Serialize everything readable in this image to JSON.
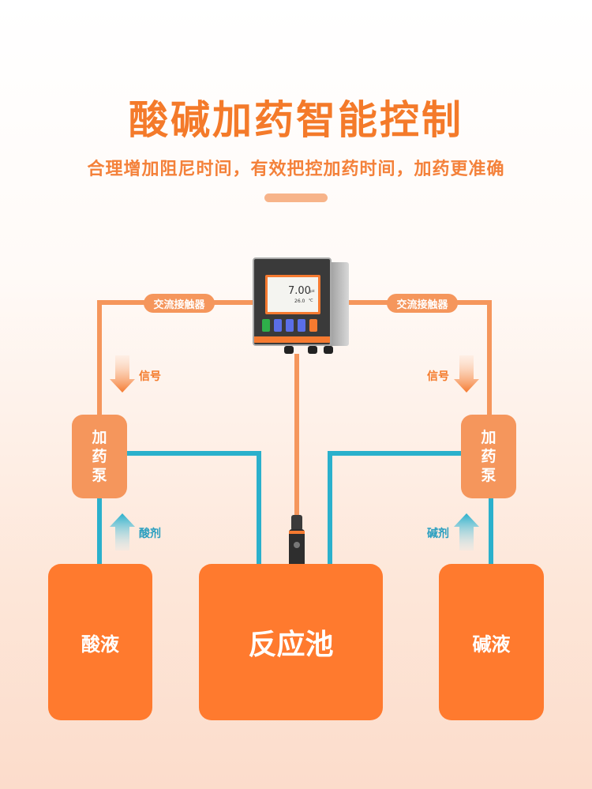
{
  "header": {
    "title": "酸碱加药智能控制",
    "subtitle": "合理增加阻尼时间，有效把控加药时间，加药更准确"
  },
  "contactor_left": "交流接触器",
  "contactor_right": "交流接触器",
  "signal_left": "信号",
  "signal_right": "信号",
  "pump_left": [
    "加",
    "药",
    "泵"
  ],
  "pump_right": [
    "加",
    "药",
    "泵"
  ],
  "reagent_left": "酸剂",
  "reagent_right": "碱剂",
  "tanks": {
    "left": "酸液",
    "center": "反应池",
    "right": "碱液"
  },
  "device": {
    "reading": "7.00",
    "unit": "pH",
    "temp": "26.0",
    "temp_unit": "℃"
  },
  "colors": {
    "orange": "#ff7a2e",
    "light_orange": "#f5965c",
    "blue": "#2ab0cc"
  }
}
